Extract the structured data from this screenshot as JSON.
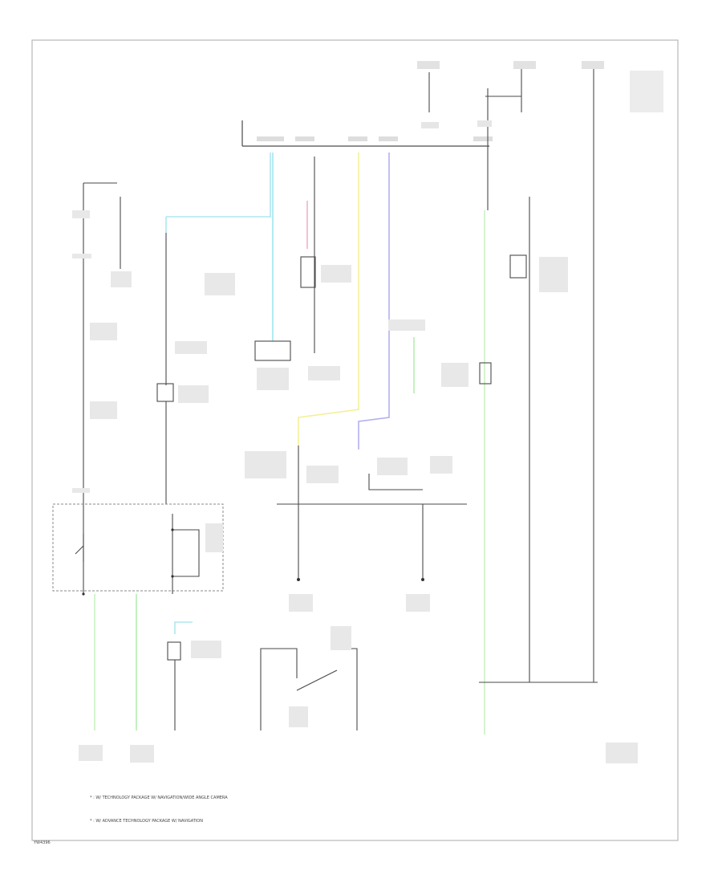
{
  "notes": [
    "* : W/ TECHNOLOGY PACKAGE W/ NAVIGATION/WIDE ANGLE CAMERA",
    "* : W/ ADVANCE TECHNOLOGY PACKAGE W/ NAVIGATION"
  ],
  "footer_code": "YW4396",
  "colors": {
    "frame": "#b8b8b8",
    "wire": "#4a4a4a",
    "wire_light_blue": "#aee6f0",
    "wire_cyan": "#9fe8ef",
    "wire_pink": "#f3b3c3",
    "wire_yellow": "#f4f09a",
    "wire_purple": "#b3b0f0",
    "wire_green": "#b6ecb0",
    "wire_light_green": "#c9f1c2"
  }
}
